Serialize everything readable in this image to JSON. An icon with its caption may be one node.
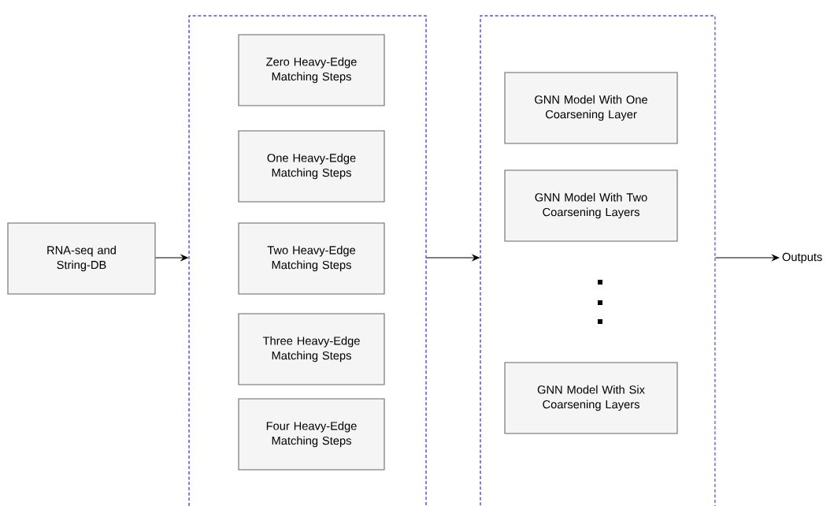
{
  "diagram": {
    "nodes": [
      {
        "text": [
          "RNA-seq and String-DB"
        ]
      },
      {
        "text": [],
        "shape": "box"
      },
      {
        "text": [
          "Zero Heavy-Edge Matching Steps"
        ],
        "in": 1
      },
      {
        "text": [
          "One Heavy-Edge Matching Steps"
        ],
        "in": 1
      },
      {
        "text": [
          "Two Heavy-Edge Matching Steps"
        ],
        "in": 1
      },
      {
        "text": [
          "Three Heavy-Edge Matching Steps"
        ],
        "in": 1
      },
      {
        "text": [
          "Four Heavy-Edge Matching Steps"
        ],
        "in": 1
      },
      {
        "text": [],
        "shape": "box"
      },
      {
        "text": [
          "GNN Model With One Coarsening Layer"
        ],
        "in": 7
      },
      {
        "text": [
          "GNN Model With Two Coarsening Layers"
        ],
        "in": 7
      },
      {
        "text": [
          "GNN Model With Six Coarsening Layers"
        ],
        "in": 7
      },
      {
        "text": [
          "Outputs"
        ]
      }
    ],
    "edges": [
      {
        "from": 0,
        "to": 1,
        "arrow": "to"
      },
      {
        "from": 1,
        "to": 7,
        "arrow": "to"
      },
      {
        "from": 7,
        "to": 11,
        "arrow": "to"
      }
    ]
  }
}
